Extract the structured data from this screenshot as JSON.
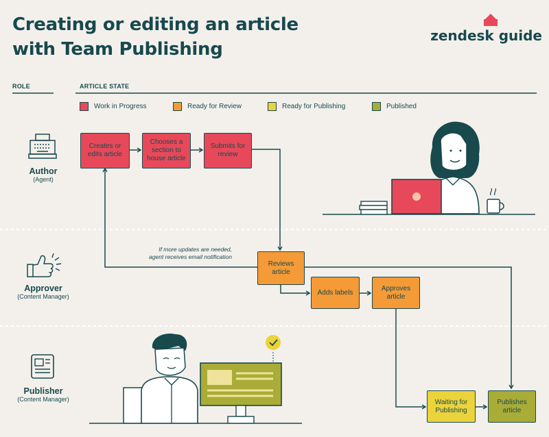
{
  "title": {
    "line1": "Creating or editing an article",
    "line2": "with Team Publishing"
  },
  "logo": {
    "text": "zendesk guide",
    "accent_color": "#e8495a"
  },
  "columns": {
    "role": "ROLE",
    "state": "ARTICLE STATE"
  },
  "colors": {
    "ink": "#17494d",
    "background": "#f3f0ec",
    "work_in_progress": "#e8495a",
    "ready_for_review": "#f49a37",
    "ready_for_publishing": "#ecd33b",
    "published": "#a9ac36"
  },
  "legend": [
    {
      "label": "Work in Progress",
      "color": "#e8495a"
    },
    {
      "label": "Ready for Review",
      "color": "#f49a37"
    },
    {
      "label": "Ready for Publishing",
      "color": "#ecd33b"
    },
    {
      "label": "Published",
      "color": "#a9ac36"
    }
  ],
  "roles": [
    {
      "name": "Author",
      "sub": "(Agent)",
      "icon": "typewriter-icon"
    },
    {
      "name": "Approver",
      "sub": "(Content Manager)",
      "icon": "thumbs-up-icon"
    },
    {
      "name": "Publisher",
      "sub": "(Content Manager)",
      "icon": "newspaper-icon"
    }
  ],
  "nodes": {
    "create": "Creates or edits article",
    "choose": "Chooses a section to house article",
    "submit": "Submits for review",
    "review": "Reviews article",
    "labels": "Adds labels",
    "approve": "Approves article",
    "waiting": "Waiting for Publishing",
    "publish": "Publishes article"
  },
  "note": {
    "line1": "If more updates are needed,",
    "line2": "agent receives email notification"
  }
}
